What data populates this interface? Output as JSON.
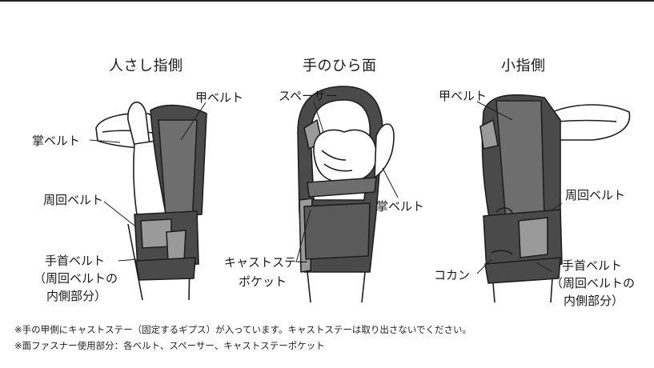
{
  "captions": {
    "index_side": "人さし指側",
    "palm_side": "手のひら面",
    "pinky_side": "小指側"
  },
  "labels": {
    "left_back_belt": "甲ベルト",
    "left_palm_belt": "掌ベルト",
    "left_wrap_belt": "周回ベルト",
    "left_wrist_belt_1": "手首ベルト",
    "left_wrist_belt_2": "（周回ベルトの",
    "left_wrist_belt_3": "内側部分）",
    "mid_spacer": "スペーサー",
    "mid_palm_belt": "掌ベルト",
    "mid_cast_pocket_1": "キャストステー",
    "mid_cast_pocket_2": "ポケット",
    "right_back_belt": "甲ベルト",
    "right_wrap_belt": "周回ベルト",
    "right_kokan": "コカン",
    "right_wrist_belt_1": "手首ベルト",
    "right_wrist_belt_2": "（周回ベルトの",
    "right_wrist_belt_3": "内側部分）"
  },
  "notes": {
    "line1": "※手の甲側にキャストステー（固定するギプス）が入っています。キャストステーは取り出さないでください。",
    "line2": "※面ファスナー使用部分：各ベルト、スペーサー、キャストステーポケット"
  },
  "colors": {
    "brace_dark": "#4a4a4a",
    "brace_mid": "#6e6e6e",
    "belt_light": "#9a9a9a",
    "skin": "#ffffff",
    "outline": "#1e1e1e"
  }
}
